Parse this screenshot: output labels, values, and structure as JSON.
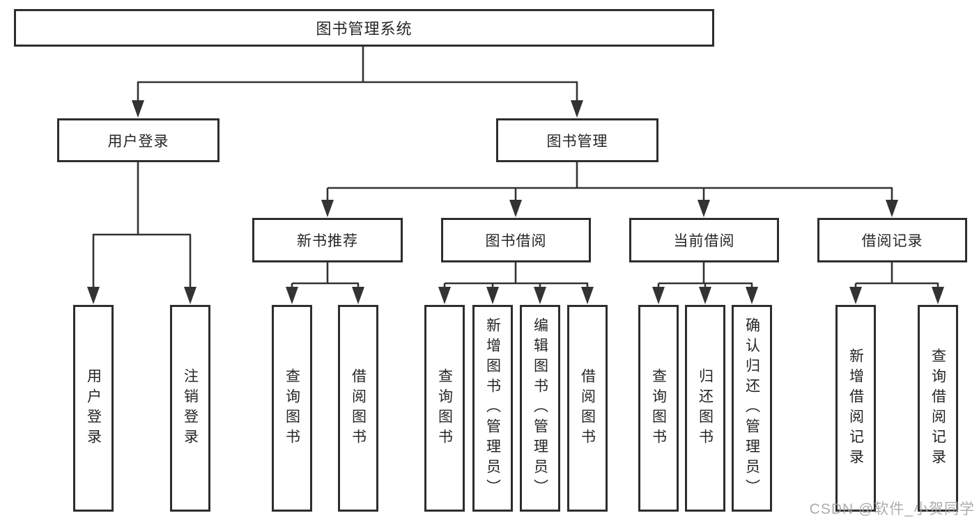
{
  "colors": {
    "line": "#333333",
    "box_border": "#2d2d2d",
    "box_background": "#ffffff",
    "text": "#262626",
    "watermark": "#a3a3a3",
    "page_background": "#ffffff"
  },
  "watermark": {
    "text": "CSDN @软件_小贺同学"
  },
  "tree": {
    "root": {
      "label": "图书管理系统"
    },
    "level2": [
      {
        "label": "用户登录"
      },
      {
        "label": "图书管理"
      }
    ],
    "level3": [
      {
        "label": "新书推荐"
      },
      {
        "label": "图书借阅"
      },
      {
        "label": "当前借阅"
      },
      {
        "label": "借阅记录"
      }
    ],
    "leaves": {
      "user_login": [
        {
          "label": "用户登录"
        },
        {
          "label": "注销登录"
        }
      ],
      "new_book": [
        {
          "label": "查询图书"
        },
        {
          "label": "借阅图书"
        }
      ],
      "book_borrow": [
        {
          "label": "查询图书"
        },
        {
          "label": "新增图书（管理员）"
        },
        {
          "label": "编辑图书（管理员）"
        },
        {
          "label": "借阅图书"
        }
      ],
      "current_borrow": [
        {
          "label": "查询图书"
        },
        {
          "label": "归还图书"
        },
        {
          "label": "确认归还（管理员）"
        }
      ],
      "borrow_record": [
        {
          "label": "新增借阅记录"
        },
        {
          "label": "查询借阅记录"
        }
      ]
    }
  }
}
